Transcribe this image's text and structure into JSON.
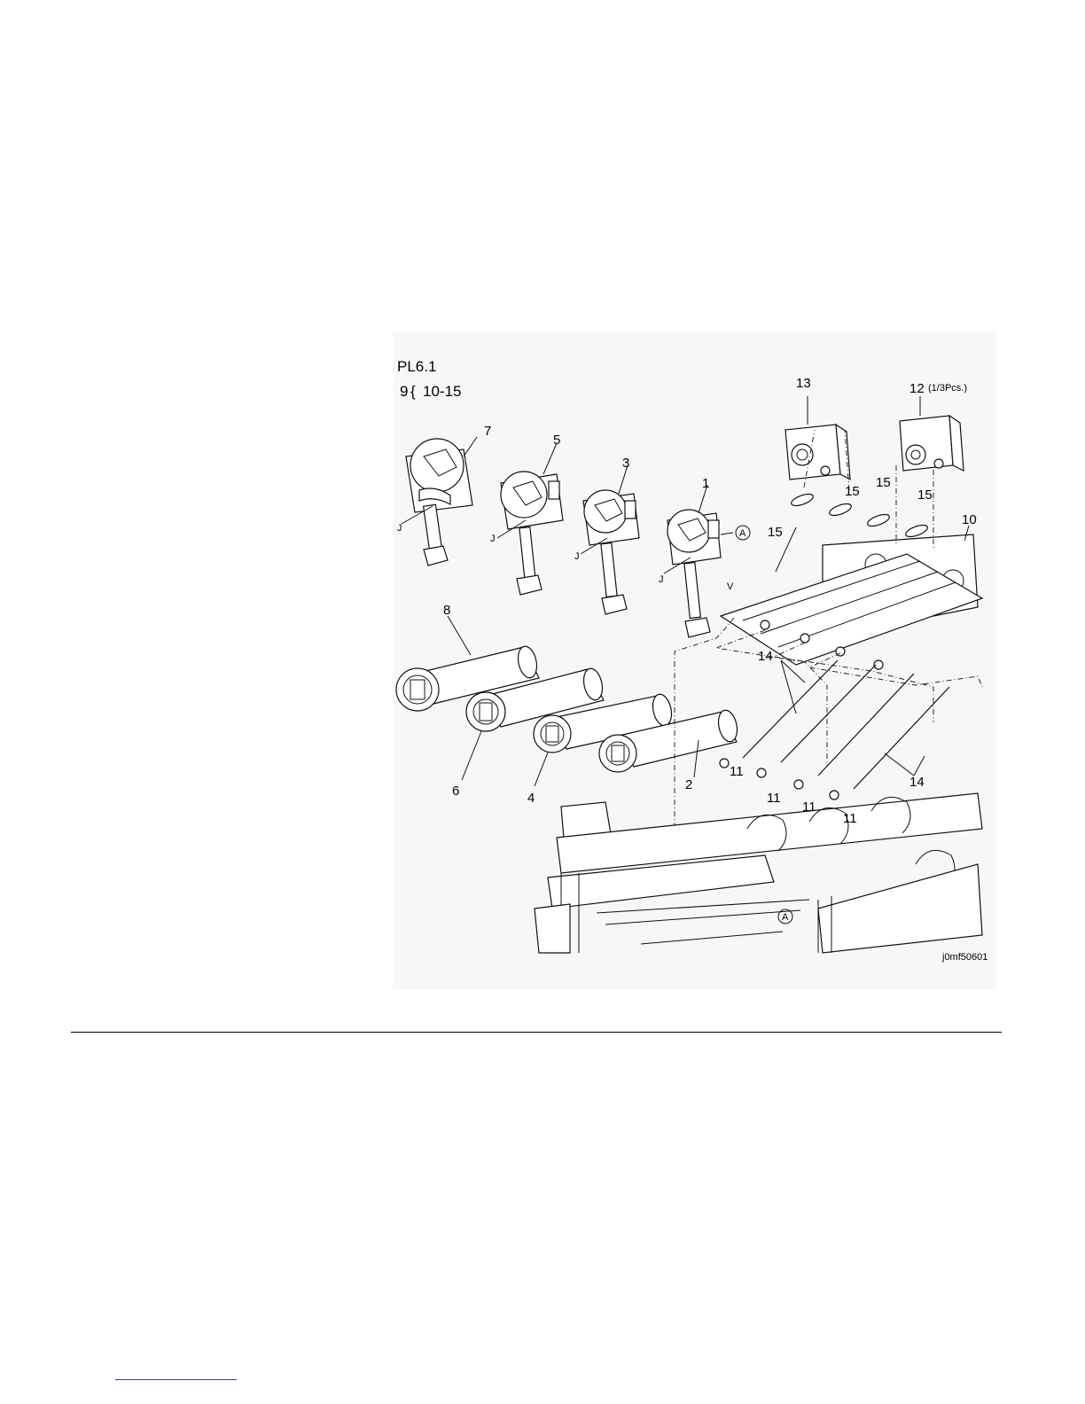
{
  "figure": {
    "plate_id": "PL6.1",
    "assembly_note_num": "9",
    "assembly_note_range": "10-15",
    "image_code": "j0mf50601",
    "qty_note": "(1/3Pcs.)",
    "callouts": {
      "c1": "1",
      "c2": "2",
      "c3": "3",
      "c4": "4",
      "c5": "5",
      "c6": "6",
      "c7": "7",
      "c8": "8",
      "c10": "10",
      "c11a": "11",
      "c11b": "11",
      "c11c": "11",
      "c11d": "11",
      "c12": "12",
      "c13": "13",
      "c14a": "14",
      "c14b": "14",
      "c15a": "15",
      "c15b": "15",
      "c15c": "15",
      "c15d": "15"
    },
    "letters": {
      "j1": "J",
      "j2": "J",
      "j3": "J",
      "j4": "J",
      "v": "V",
      "a_top": "A",
      "a_bottom": "A"
    }
  }
}
